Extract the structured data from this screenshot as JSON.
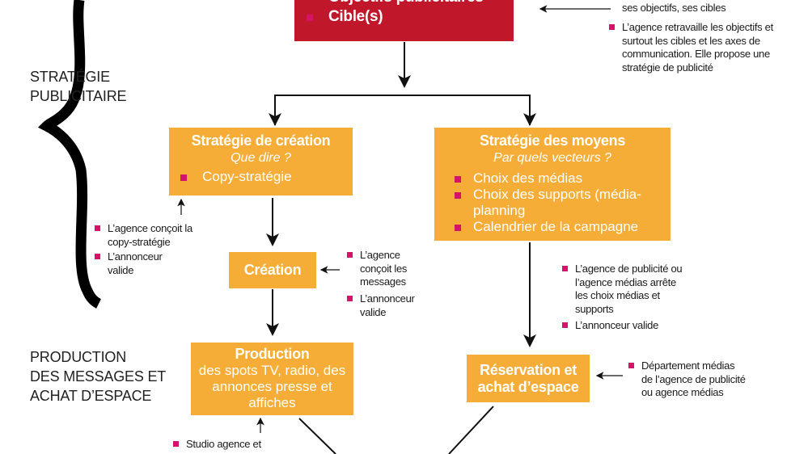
{
  "colors": {
    "red": "#c1172b",
    "orange": "#f6ad37",
    "bullet": "#d6136a"
  },
  "side_labels": {
    "strategy": [
      "STRATÉGIE",
      "PUBLICITAIRE"
    ],
    "production": [
      "PRODUCTION",
      "DES MESSAGES ET",
      "ACHAT D’ESPACE"
    ]
  },
  "top_box": {
    "lines": [
      "Objectifs publicitaires",
      "Cible(s)"
    ]
  },
  "top_notes": {
    "line0": "ses objectifs, ses cibles",
    "item": "L’agence retravaille les objectifs et surtout les cibles et les axes de communication. Elle propose une stratégie de publicité"
  },
  "creative_strategy": {
    "title": "Stratégie de création",
    "subtitle": "Que dire ?",
    "items": [
      "Copy-stratégie"
    ]
  },
  "media_strategy": {
    "title": "Stratégie des moyens",
    "subtitle": "Par quels vecteurs ?",
    "items": [
      "Choix des médias",
      "Choix des supports (média-planning",
      "Calendrier de la campagne"
    ]
  },
  "creative_notes": [
    "L’agence conçoit la copy-stratégie",
    "L’annonceur valide"
  ],
  "creation": {
    "title": "Création"
  },
  "creation_notes": [
    "L’agence conçoit les messages",
    "L’annonceur valide"
  ],
  "media_notes": [
    "L’agence de publicité ou l’agence médias arrête les choix médias et supports",
    "L’annonceur valide"
  ],
  "production": {
    "title": "Production",
    "text": "des spots TV, radio, des annonces presse et affiches"
  },
  "production_notes": [
    "Studio agence et"
  ],
  "booking": {
    "title": "Réservation et achat d’espace"
  },
  "booking_notes": [
    "Département médias de l’agence de publicité ou agence médias"
  ]
}
